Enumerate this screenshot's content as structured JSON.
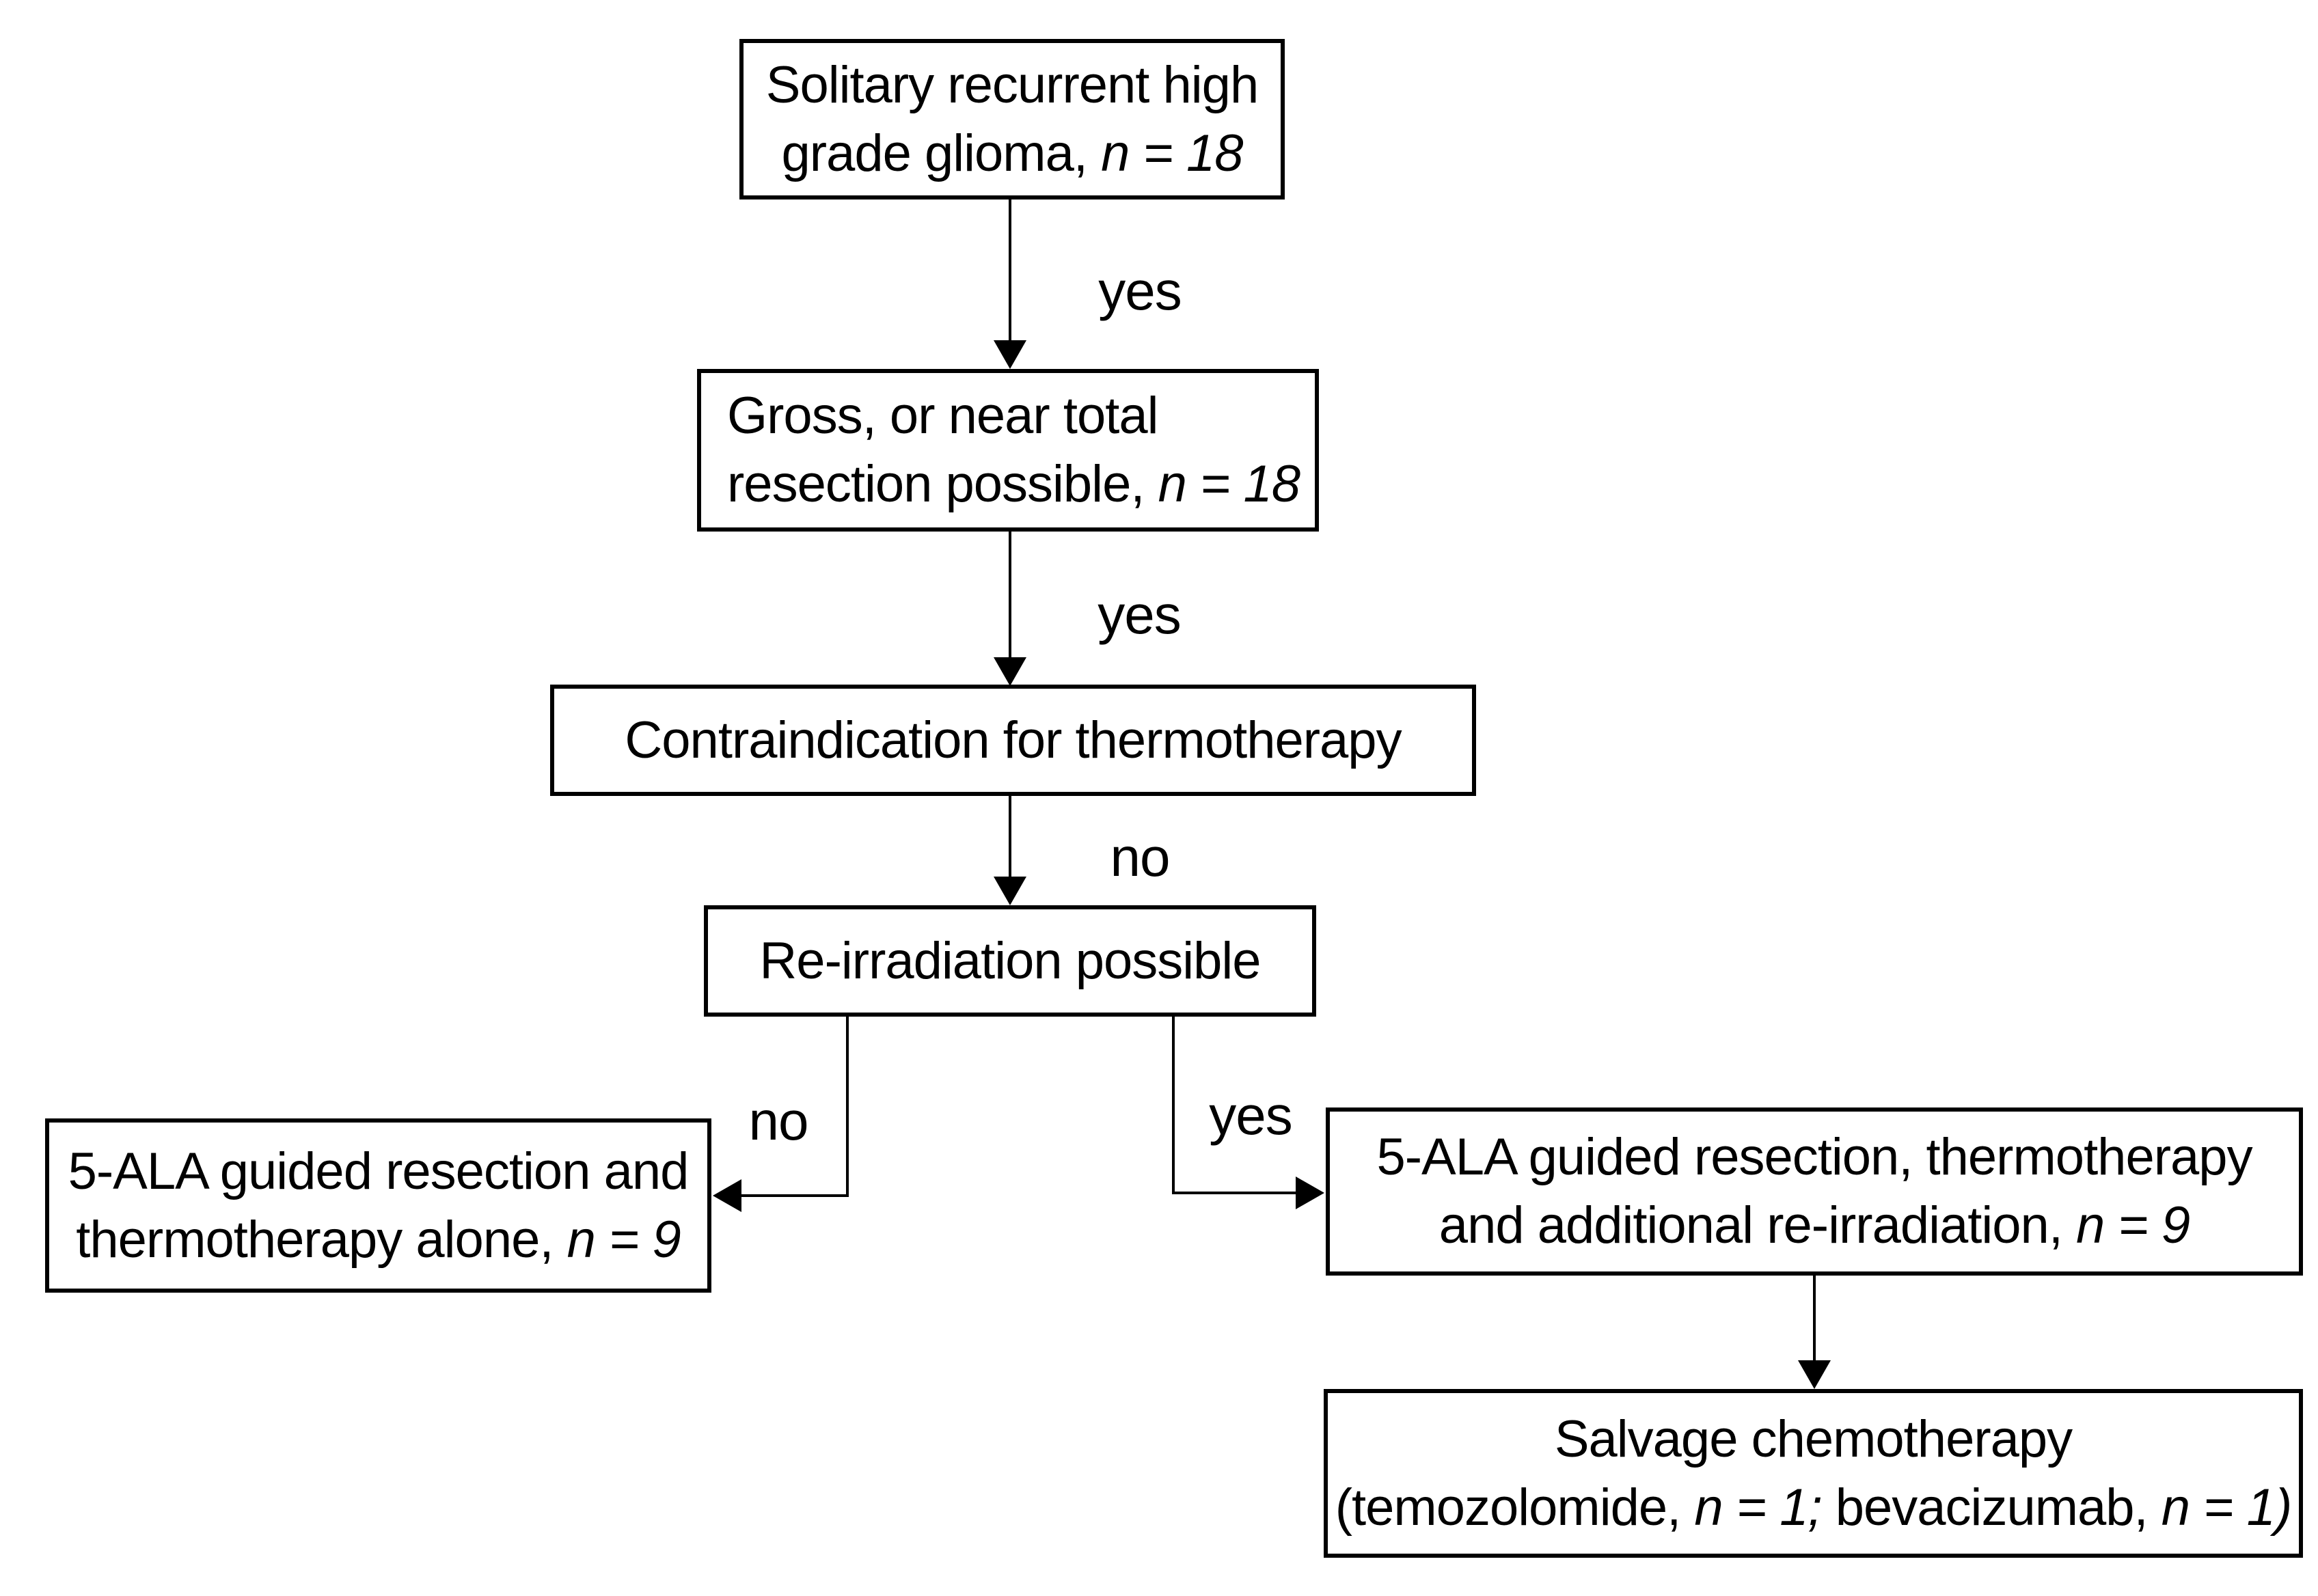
{
  "figure": {
    "type": "flowchart",
    "colors": {
      "background": "#ffffff",
      "stroke": "#000000",
      "text": "#000000"
    }
  },
  "nodes": [
    {
      "id": "solitary-recurrent-high-grade-glioma",
      "lines": [
        [
          {
            "t": "Solitary recurrent high"
          }
        ],
        [
          {
            "t": "grade glioma, "
          },
          {
            "t": "n = 18",
            "i": true
          }
        ]
      ]
    },
    {
      "id": "gross-or-near-total-resection-possible",
      "lines": [
        [
          {
            "t": "Gross, or near total"
          }
        ],
        [
          {
            "t": "resection possible, "
          },
          {
            "t": "n = 18",
            "i": true
          }
        ]
      ]
    },
    {
      "id": "contraindication-for-thermotherapy",
      "lines": [
        [
          {
            "t": "Contraindication for thermotherapy"
          }
        ]
      ]
    },
    {
      "id": "re-irradiation-possible",
      "lines": [
        [
          {
            "t": "Re-irradiation possible"
          }
        ]
      ]
    },
    {
      "id": "5ala-resection-thermotherapy-alone",
      "lines": [
        [
          {
            "t": "5-ALA guided resection and"
          }
        ],
        [
          {
            "t": "thermotherapy alone, "
          },
          {
            "t": "n = 9",
            "i": true
          }
        ]
      ]
    },
    {
      "id": "5ala-resection-thermotherapy-reirradiation",
      "lines": [
        [
          {
            "t": "5-ALA guided resection, thermotherapy"
          }
        ],
        [
          {
            "t": "and additional re-irradiation, "
          },
          {
            "t": "n = 9",
            "i": true
          }
        ]
      ]
    },
    {
      "id": "salvage-chemotherapy",
      "lines": [
        [
          {
            "t": "Salvage chemotherapy"
          }
        ],
        [
          {
            "t": "(temozolomide, "
          },
          {
            "t": "n = 1;",
            "i": true
          },
          {
            "t": " bevacizumab, "
          },
          {
            "t": "n = 1)",
            "i": true
          }
        ]
      ]
    }
  ],
  "edges": [
    {
      "from": "solitary-recurrent-high-grade-glioma",
      "to": "gross-or-near-total-resection-possible",
      "label": "yes"
    },
    {
      "from": "gross-or-near-total-resection-possible",
      "to": "contraindication-for-thermotherapy",
      "label": "yes"
    },
    {
      "from": "contraindication-for-thermotherapy",
      "to": "re-irradiation-possible",
      "label": "no"
    },
    {
      "from": "re-irradiation-possible",
      "to": "5ala-resection-thermotherapy-alone",
      "label": "no"
    },
    {
      "from": "re-irradiation-possible",
      "to": "5ala-resection-thermotherapy-reirradiation",
      "label": "yes"
    },
    {
      "from": "5ala-resection-thermotherapy-reirradiation",
      "to": "salvage-chemotherapy",
      "label": ""
    }
  ]
}
